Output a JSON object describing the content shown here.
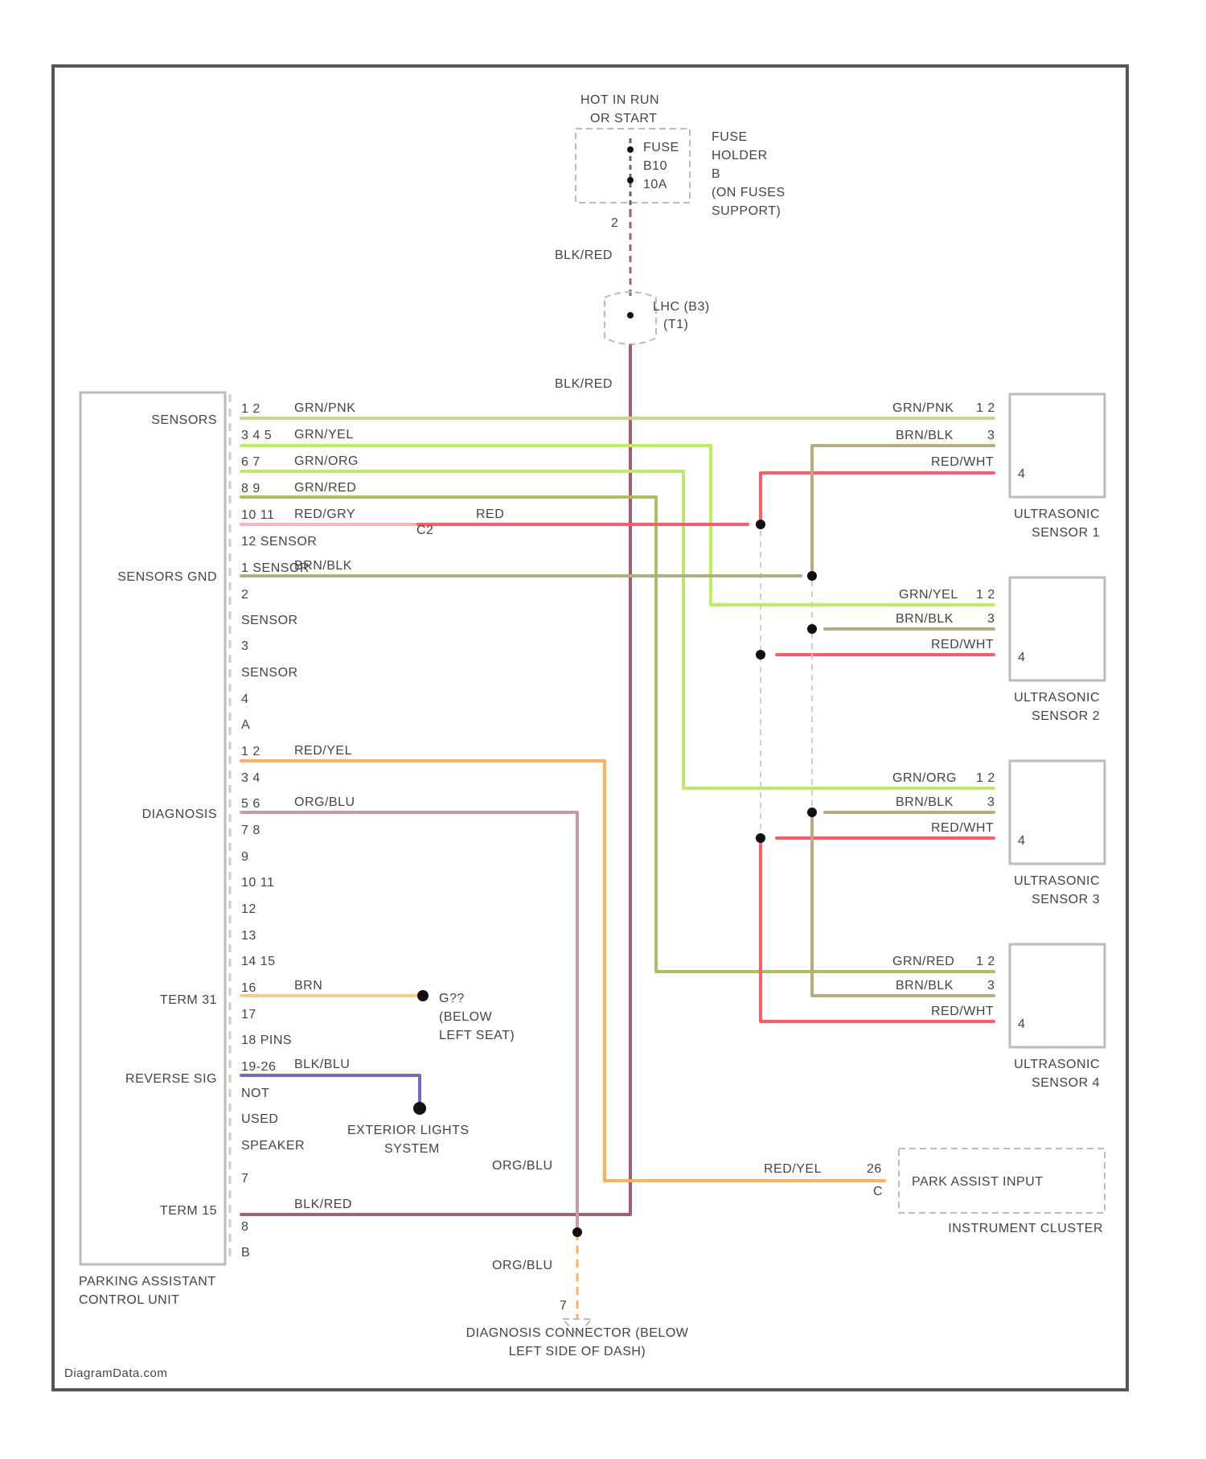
{
  "power": {
    "hot_line1": "HOT IN RUN",
    "hot_line2": "OR START",
    "fuse_line1": "FUSE",
    "fuse_line2": "B10",
    "fuse_line3": "10A",
    "holder_line1": "FUSE",
    "holder_line2": "HOLDER",
    "holder_line3": "B",
    "holder_line4": "(ON FUSES",
    "holder_line5": "SUPPORT)",
    "fuse_pin": "2",
    "splice_line1": "LHC (B3)",
    "splice_line2": "(T1)",
    "wire_upper": "BLK/RED",
    "wire_lower": "BLK/RED"
  },
  "control_unit": {
    "name_line1": "PARKING ASSISTANT",
    "name_line2": "CONTROL UNIT",
    "labels": {
      "sensors": "SENSORS",
      "sensors_gnd": "SENSORS GND",
      "diagnosis": "DIAGNOSIS",
      "term31": "TERM 31",
      "reverse_sig": "REVERSE SIG",
      "term15": "TERM 15"
    },
    "pins": {
      "p1": "1  2",
      "p2": "3  4  5",
      "p3": "6  7",
      "p4": "8  9",
      "p5": "10  11",
      "p6": "12 SENSOR",
      "p7": "1  SENSOR",
      "p8": "2",
      "p9": "SENSOR",
      "p10": "3",
      "p11": "SENSOR",
      "p12": "4",
      "p13": "A",
      "p14": "1  2",
      "p15": "3  4",
      "p16": "5  6",
      "p17": "7  8",
      "p18": "9",
      "p19": "10  11",
      "p20": "12",
      "p21": "13",
      "p22": "14  15",
      "p23": "16",
      "p24": "17",
      "p25": "18 PINS",
      "p26": "19-26",
      "p27": "NOT",
      "p28": "USED",
      "p29": "SPEAKER",
      "p30": "7",
      "p31": "8",
      "p32": "B"
    }
  },
  "wires": {
    "w_grnpnk": "GRN/PNK",
    "w_grnyel": "GRN/YEL",
    "w_grnorg": "GRN/ORG",
    "w_grnred": "GRN/RED",
    "w_redgry": "RED/GRY",
    "w_c2": "C2",
    "w_red": "RED",
    "w_brnblk": "BRN/BLK",
    "w_redyel": "RED/YEL",
    "w_orgblu": "ORG/BLU",
    "w_brn": "BRN",
    "w_blkblu": "BLK/BLU",
    "w_orgblu2": "ORG/BLU",
    "w_blkred": "BLK/RED",
    "w_redyel2": "RED/YEL",
    "w_orgblu3": "ORG/BLU"
  },
  "sensors": [
    {
      "w1": "GRN/PNK",
      "w2": "BRN/BLK",
      "w3": "RED/WHT",
      "p1": "1  2",
      "p2": "3",
      "p3": "4",
      "line1": "ULTRASONIC",
      "line2": "SENSOR 1"
    },
    {
      "w1": "GRN/YEL",
      "w2": "BRN/BLK",
      "w3": "RED/WHT",
      "p1": "1  2",
      "p2": "3",
      "p3": "4",
      "line1": "ULTRASONIC",
      "line2": "SENSOR 2"
    },
    {
      "w1": "GRN/ORG",
      "w2": "BRN/BLK",
      "w3": "RED/WHT",
      "p1": "1  2",
      "p2": "3",
      "p3": "4",
      "line1": "ULTRASONIC",
      "line2": "SENSOR 3"
    },
    {
      "w1": "GRN/RED",
      "w2": "BRN/BLK",
      "w3": "RED/WHT",
      "p1": "1  2",
      "p2": "3",
      "p3": "4",
      "line1": "ULTRASONIC",
      "line2": "SENSOR 4"
    }
  ],
  "ground": {
    "line1": "G??",
    "line2": "(BELOW",
    "line3": "LEFT SEAT)"
  },
  "exterior": {
    "line1": "EXTERIOR LIGHTS",
    "line2": "SYSTEM"
  },
  "cluster": {
    "pin_a": "26",
    "pin_b": "C",
    "input_label": "PARK ASSIST INPUT",
    "name": "INSTRUMENT CLUSTER"
  },
  "dlc": {
    "pin": "7",
    "line1": "DIAGNOSIS CONNECTOR (BELOW",
    "line2": "LEFT SIDE OF DASH)"
  },
  "watermark": "DiagramData.com",
  "colors": {
    "green_pink": "#c8d68a",
    "green_yellow": "#b8f060",
    "green_org": "#bde86c",
    "green_red": "#a8c060",
    "red": "#ff5a66",
    "brown_black": "#b8ab80",
    "red_yellow": "#ffae5c",
    "org_blu": "#c79aa8",
    "brown": "#ffc98a",
    "blk_blu": "#6c6cc0",
    "blk_red": "#a06070"
  }
}
